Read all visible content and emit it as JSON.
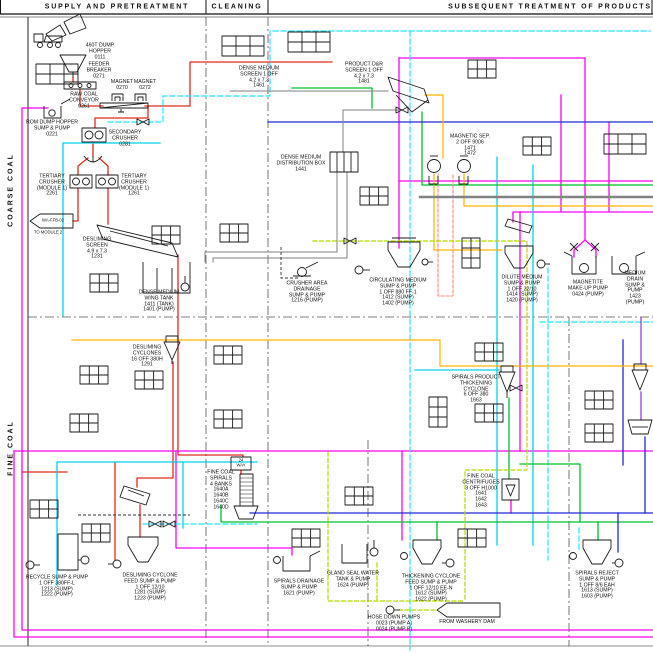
{
  "headers": {
    "left": "SUPPLY AND PRETREATMENT",
    "middle": "CLEANING",
    "right": "SUBSEQUENT TREATMENT OF PRODUCTS"
  },
  "side_labels": {
    "coarse": "COARSE COAL",
    "fine": "FINE COAL"
  },
  "palette": {
    "red": "#e02a1e",
    "magenta": "#ff00f0",
    "cyan": "#00d2e6",
    "cyanD": "#26e2ff",
    "green": "#00c030",
    "blue": "#2329d6",
    "orange": "#ffb200",
    "lime": "#b6d900",
    "salmon": "#ff8878",
    "violet": "#8833dd",
    "gray": "#828282"
  },
  "equipment": {
    "dump_hopper": {
      "label": "460T DUMP\nHOPPER\n0111"
    },
    "feeder_breaker": {
      "label": "FEEDER\nBREAKER\n0271"
    },
    "magnet_a": {
      "label": "MAGNET\n0270"
    },
    "magnet_b": {
      "label": "MAGNET\n0272"
    },
    "raw_conveyor": {
      "label": "RAW COAL\nCONVEYOR\n0261"
    },
    "rom_sump": {
      "label": "ROM DUMP HOPPER\nSUMP & PUMP\n0221"
    },
    "secondary_crusher": {
      "label": "SECONDARY\nCRUSHER\n0281"
    },
    "tertiary_left": {
      "label": "TERTIARY\nCRUSHER\n(MODULE 1)\n2261"
    },
    "tertiary_right": {
      "label": "TERTIARY\nCRUSHER\n(MODULE 1)\n1261"
    },
    "wa_flag": {
      "label": "WA-FFB-02"
    },
    "to_module": {
      "label": "TO MODULE 2"
    },
    "des_screen": {
      "label": "DESLIMING\nSCREEN\n4.9 x 7.3\n1231"
    },
    "dm_screen": {
      "label": "DENSE MEDIUM\nSCREEN 1 OFF\n4.2 x 7.3\n1461"
    },
    "product_screen": {
      "label": "PRODUCT D&R\nSCREEN 1 OFF\n4.2 x 7.3\n1481"
    },
    "dist_box": {
      "label": "DENSE MEDIUM\nDISTRIBUTION BOX\n1441"
    },
    "wing_tank": {
      "label": "DENSE MEDIUM\nWING TANK\n1411 (TANK)\n1401 (PUMP)"
    },
    "crusher_drain": {
      "label": "CRUSHER AREA\nDRAINAGE\nSUMP & PUMP\n1216 (PUMP)"
    },
    "circ_sump": {
      "label": "CIRCULATING MEDIUM\nSUMP & PUMP\n1 OFF 880 FF-1\n1412 (SUMP)\n1402 (PUMP)"
    },
    "mag_sep": {
      "label": "MAGNETIC SEP.\n2 OFF 9006\n1471\n1472"
    },
    "dilute_sump": {
      "label": "DILUTE MEDIUM\nSUMP & PUMP\n1 OFF 32/10\n1414 (SUMP)\n1420 (PUMP)"
    },
    "magnetite_pump": {
      "label": "MAGNETITE\nMAKE-UP PUMP\n0424 (PUMP)"
    },
    "medium_drain": {
      "label": "MEDIUM DRAIN\nSUMP & PUMP\n1423 (PUMP)"
    },
    "des_cyclones": {
      "label": "DESLIMING\nCYCLONES\n16 OFF 380H\n1291"
    },
    "spirals_cyclone": {
      "label": "SPIRALS PRODUCT\nTHICKENING\nCYCLONE\n6 OFF 380\n1663"
    },
    "fc_spirals": {
      "label": "FINE COAL\nSPIRALS\n4 BANKS\n1640A\n1640B\n1640C\n1640D"
    },
    "tw_box": {
      "label": "24\nWAY"
    },
    "fc_centrifuges": {
      "label": "FINE COAL\nCENTRIFUGES\n3 OFF H1000\n1641\n1642\n1643"
    },
    "recycle_sump": {
      "label": "RECYCLE SUMP & PUMP\n1 OFF 380FF-L\n1213 (SUMP)\n1222 (PUMP)"
    },
    "des_feed_sump": {
      "label": "DESLIMING CYCLONE\nFEED SUMP & PUMP\n1 OFF 12/10\n1281 (SUMP)\n1223 (PUMP)"
    },
    "spirals_drain": {
      "label": "SPIRALS DRAINAGE\nSUMP & PUMP\n1621 (PUMP)"
    },
    "gland_seal": {
      "label": "GLAND SEAL WATER\nTANK & PUMP\n1624 (PUMP)"
    },
    "thick_sump": {
      "label": "THICKENING CYCLONE\nFEED SUMP & PUMP\n1 OFF 12/10 EE-N\n1612 (SUMP)\n1622 (PUMP)"
    },
    "hose_down": {
      "label": "HOSE DOWN PUMPS\n0023 (PUMP A)\n0024 (PUMP B)"
    },
    "washery": {
      "label": "FROM WASHERY DAM"
    },
    "spirals_reject": {
      "label": "SPIRALS REJECT\nSUMP & PUMP\n1 OFF 8/6 EAH\n1613 (SUMP)\n1603 (PUMP)"
    }
  }
}
